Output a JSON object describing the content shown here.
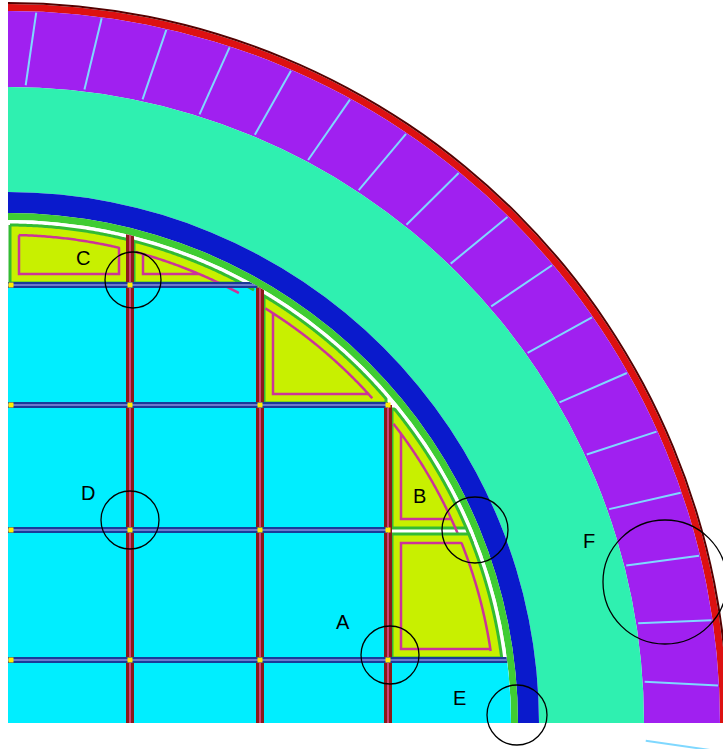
{
  "diagram": {
    "labels": [
      "C",
      "D",
      "B",
      "F",
      "A",
      "E"
    ]
  }
}
